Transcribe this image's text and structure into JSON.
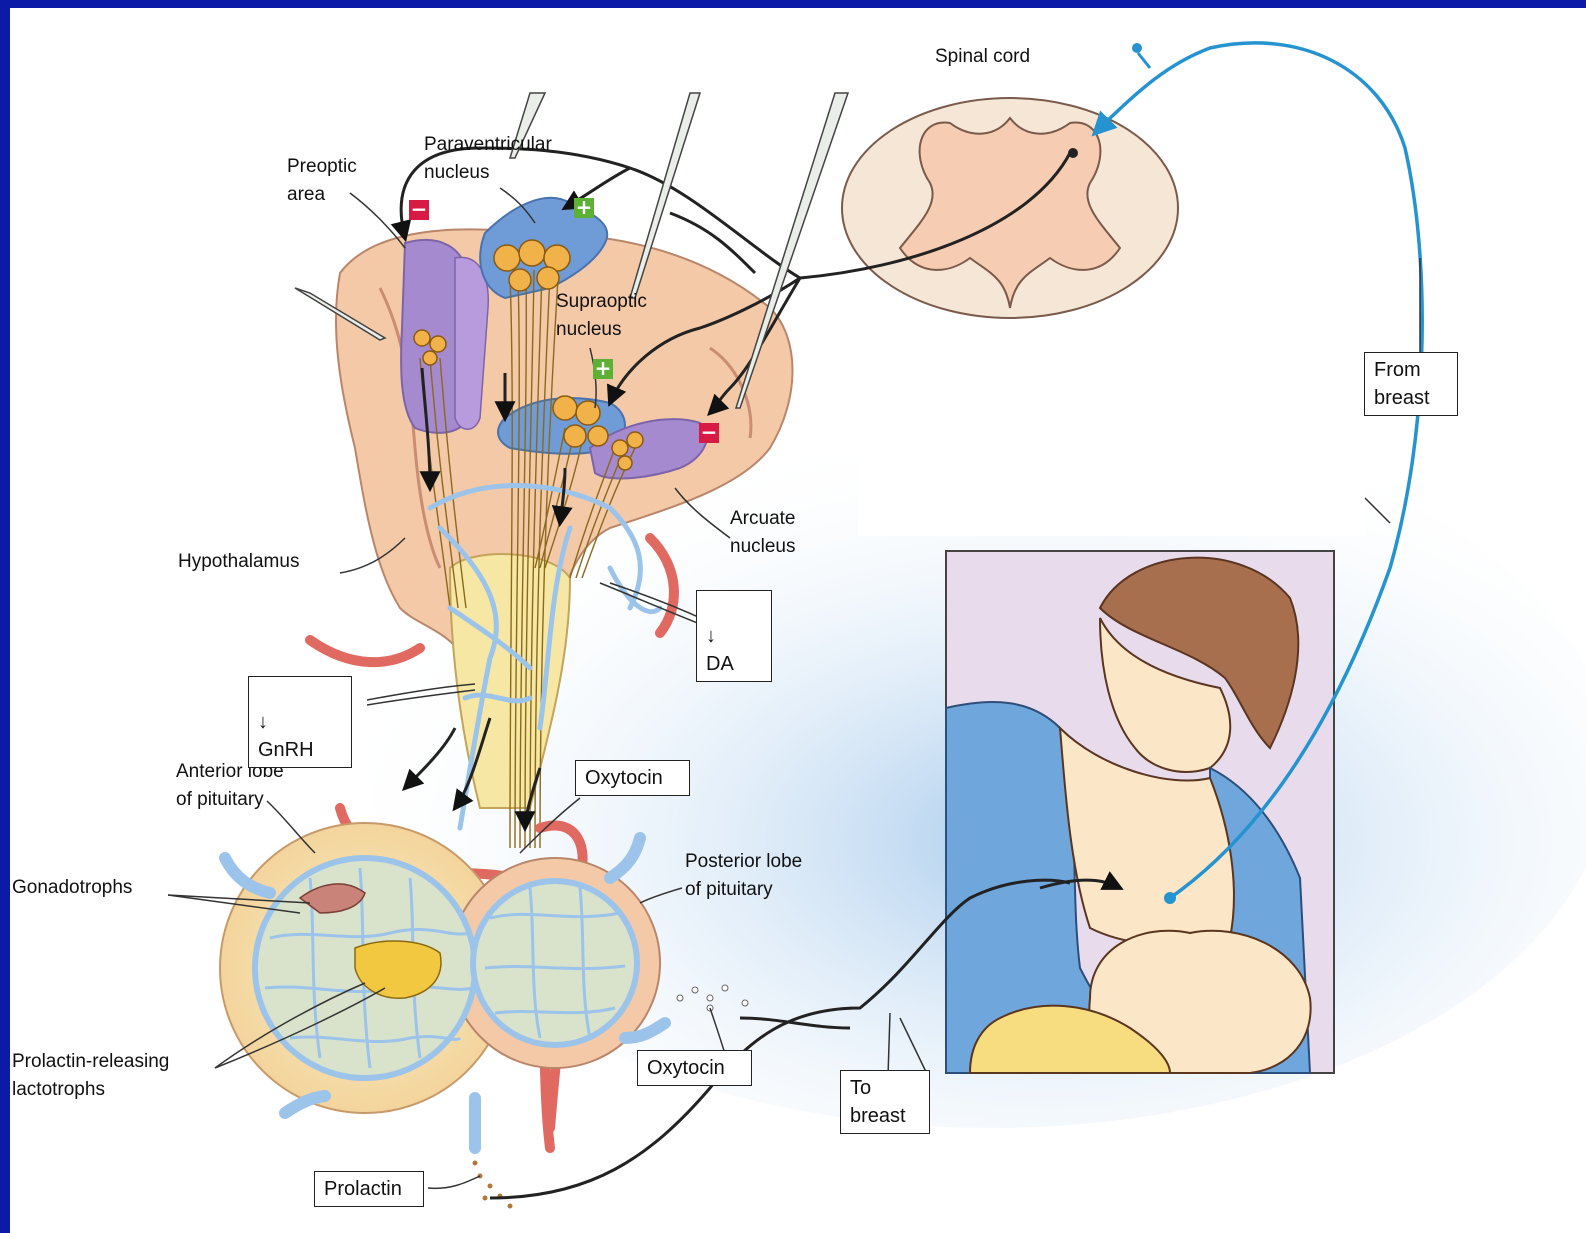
{
  "labels": {
    "spinal_cord": "Spinal cord",
    "paraventricular": "Paraventricular\nnucleus",
    "preoptic": "Preoptic\narea",
    "supraoptic": "Supraoptic\nnucleus",
    "arcuate": "Arcuate\nnucleus",
    "hypothalamus": "Hypothalamus",
    "anterior_lobe": "Anterior lobe\nof pituitary",
    "posterior_lobe": "Posterior lobe\nof pituitary",
    "gonadotrophs": "Gonadotrophs",
    "lactotrophs": "Prolactin-releasing\nlactotrophs"
  },
  "boxes": {
    "from_breast": "From\nbreast",
    "da": "DA",
    "gnrh": "GnRH",
    "oxytocin_top": "Oxytocin",
    "oxytocin_bottom": "Oxytocin",
    "to_breast": "To\nbreast",
    "prolactin": "Prolactin"
  },
  "signs": {
    "minus": "−",
    "plus": "+"
  },
  "colors": {
    "frame_border": "#0c1aa8",
    "neural_pathway": "#2493d0",
    "nucleus_blue": "#6f9bd6",
    "nucleus_purple": "#a58ad0",
    "tissue": "#f4c9a8",
    "vessel_red": "#e06a62",
    "neuron_orange": "#f2b24a",
    "gonadotroph": "#c98378",
    "inhibit_sign": "#d81b45",
    "stimulate_sign": "#5cb035"
  }
}
